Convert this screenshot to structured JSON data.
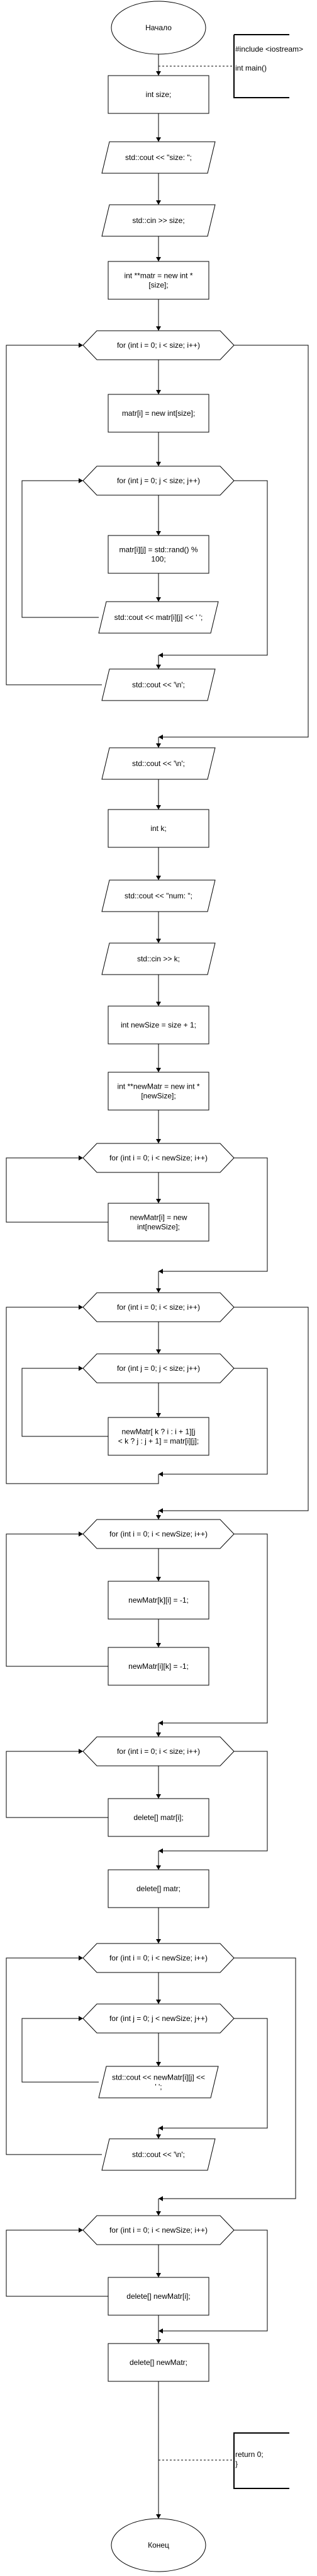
{
  "flowchart": {
    "start": "Начало",
    "end": "Конец",
    "comments": {
      "top": [
        "#include <iostream>",
        "",
        "int main()"
      ],
      "bottom": [
        "return 0;",
        "}"
      ]
    },
    "nodes": [
      {
        "id": "n1",
        "type": "process",
        "lines": [
          "int size;"
        ]
      },
      {
        "id": "n2",
        "type": "io",
        "lines": [
          "std::cout << \"size: \";"
        ]
      },
      {
        "id": "n3",
        "type": "io",
        "lines": [
          "std::cin >> size;"
        ]
      },
      {
        "id": "n4",
        "type": "process",
        "lines": [
          "int **matr = new int *",
          "[size];"
        ]
      },
      {
        "id": "n5",
        "type": "loop",
        "lines": [
          "for (int i = 0; i < size; i++)"
        ]
      },
      {
        "id": "n6",
        "type": "process",
        "lines": [
          "matr[i] = new int[size];"
        ]
      },
      {
        "id": "n7",
        "type": "loop",
        "lines": [
          "for (int j = 0; j < size; j++)"
        ]
      },
      {
        "id": "n8",
        "type": "process",
        "lines": [
          "matr[i][j] = std::rand() %",
          "100;"
        ]
      },
      {
        "id": "n9",
        "type": "io",
        "lines": [
          "std::cout << matr[i][j] << ' ';"
        ]
      },
      {
        "id": "n10",
        "type": "io",
        "lines": [
          "std::cout << '\\n';"
        ]
      },
      {
        "id": "n11",
        "type": "io",
        "lines": [
          "std::cout << '\\n';"
        ]
      },
      {
        "id": "n12",
        "type": "process",
        "lines": [
          "int k;"
        ]
      },
      {
        "id": "n13",
        "type": "io",
        "lines": [
          "std::cout << \"num: \";"
        ]
      },
      {
        "id": "n14",
        "type": "io",
        "lines": [
          "std::cin >> k;"
        ]
      },
      {
        "id": "n15",
        "type": "process",
        "lines": [
          "int newSize = size + 1;"
        ]
      },
      {
        "id": "n16",
        "type": "process",
        "lines": [
          "int **newMatr = new int *",
          "[newSize];"
        ]
      },
      {
        "id": "n17",
        "type": "loop",
        "lines": [
          "for (int i = 0; i < newSize; i++)"
        ]
      },
      {
        "id": "n18",
        "type": "process",
        "lines": [
          "newMatr[i] = new",
          "int[newSize];"
        ]
      },
      {
        "id": "n19",
        "type": "loop",
        "lines": [
          "for (int i = 0; i < size; i++)"
        ]
      },
      {
        "id": "n20",
        "type": "loop",
        "lines": [
          "for (int j = 0; j < size; j++)"
        ]
      },
      {
        "id": "n21",
        "type": "process",
        "lines": [
          "newMatr[ k ? i : i + 1][j",
          "< k ? j : j + 1] = matr[i][j];"
        ]
      },
      {
        "id": "n22",
        "type": "loop",
        "lines": [
          "for (int i = 0; i < newSize; i++)"
        ]
      },
      {
        "id": "n23",
        "type": "process",
        "lines": [
          "newMatr[k][i] = -1;"
        ]
      },
      {
        "id": "n24",
        "type": "process",
        "lines": [
          "newMatr[i][k] = -1;"
        ]
      },
      {
        "id": "n25",
        "type": "loop",
        "lines": [
          "for (int i = 0; i < size; i++)"
        ]
      },
      {
        "id": "n26",
        "type": "process",
        "lines": [
          "delete[] matr[i];"
        ]
      },
      {
        "id": "n27",
        "type": "process",
        "lines": [
          "delete[] matr;"
        ]
      },
      {
        "id": "n28",
        "type": "loop",
        "lines": [
          "for (int i = 0; i < newSize; i++)"
        ]
      },
      {
        "id": "n29",
        "type": "loop",
        "lines": [
          "for (int j = 0; j < newSize; j++)"
        ]
      },
      {
        "id": "n30",
        "type": "io",
        "lines": [
          "std::cout << newMatr[i][j] <<",
          "' ';"
        ]
      },
      {
        "id": "n31",
        "type": "io",
        "lines": [
          "std::cout << '\\n';"
        ]
      },
      {
        "id": "n32",
        "type": "loop",
        "lines": [
          "for (int i = 0; i < newSize; i++)"
        ]
      },
      {
        "id": "n33",
        "type": "process",
        "lines": [
          "delete[] newMatr[i];"
        ]
      },
      {
        "id": "n34",
        "type": "process",
        "lines": [
          "delete[] newMatr;"
        ]
      }
    ]
  }
}
